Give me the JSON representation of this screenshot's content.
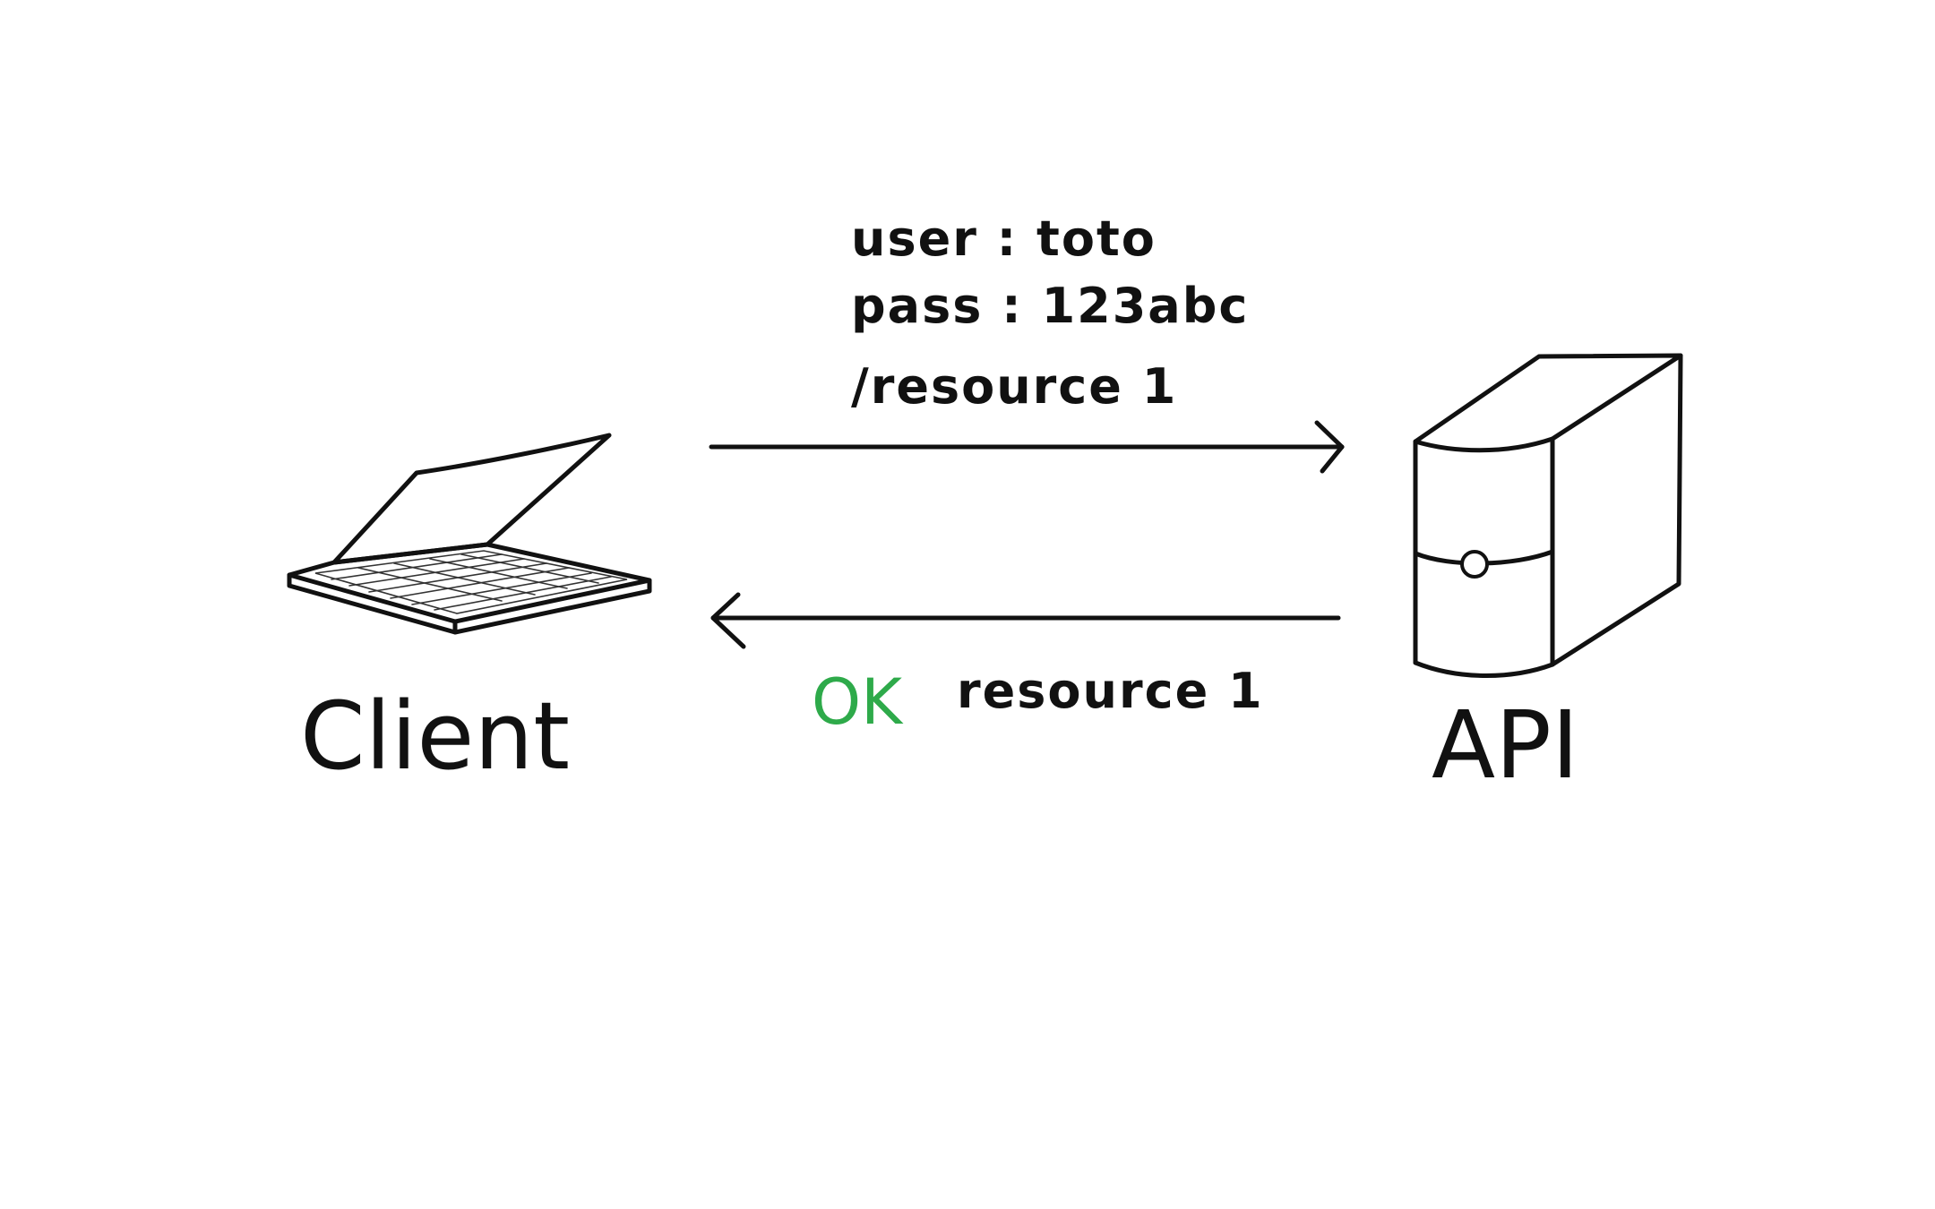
{
  "client": {
    "label": "Client",
    "icon": "laptop-icon"
  },
  "api": {
    "label": "API",
    "icon": "server-tower-icon"
  },
  "request": {
    "lines": [
      "user : toto",
      "pass : 123abc",
      "/resource 1"
    ]
  },
  "response": {
    "status": "OK",
    "body": "resource 1"
  },
  "colors": {
    "ink": "#111111",
    "ok": "#2eaa4a",
    "background": "#ffffff"
  }
}
